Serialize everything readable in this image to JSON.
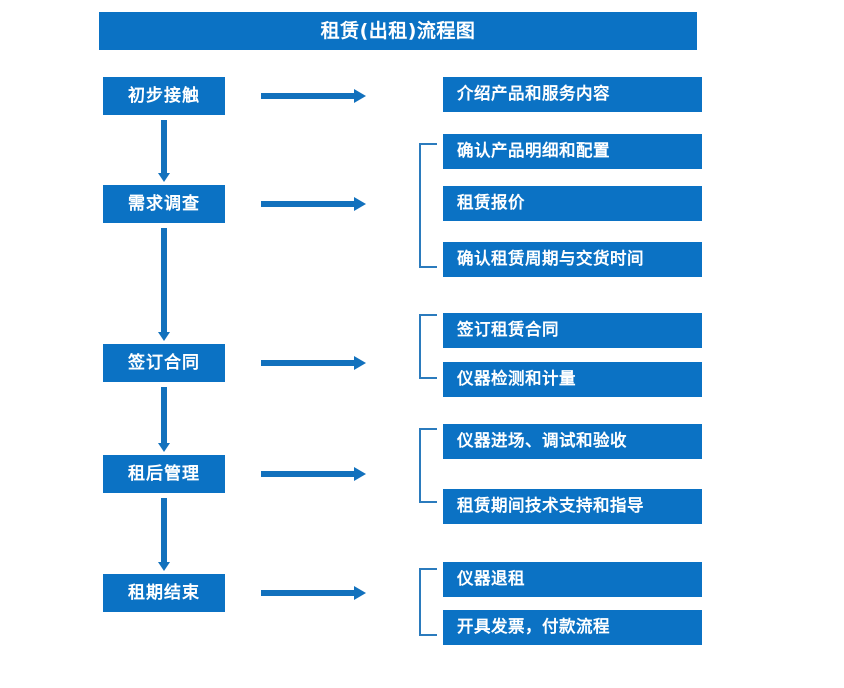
{
  "diagram": {
    "title": "租赁(出租)流程图",
    "accent_color": "#0b72c4",
    "arrow_color": "#1271bd",
    "bracket_color": "#2b7bbd",
    "text_color": "#ffffff",
    "background_color": "#ffffff"
  },
  "stages": [
    {
      "label": "初步接触"
    },
    {
      "label": "需求调查"
    },
    {
      "label": "签订合同"
    },
    {
      "label": "租后管理"
    },
    {
      "label": "租期结束"
    }
  ],
  "details": [
    {
      "label": "介绍产品和服务内容"
    },
    {
      "label": "确认产品明细和配置"
    },
    {
      "label": "租赁报价"
    },
    {
      "label": "确认租赁周期与交货时间"
    },
    {
      "label": "签订租赁合同"
    },
    {
      "label": "仪器检测和计量"
    },
    {
      "label": "仪器进场、调试和验收"
    },
    {
      "label": "租赁期间技术支持和指导"
    },
    {
      "label": "仪器退租"
    },
    {
      "label": "开具发票，付款流程"
    }
  ]
}
